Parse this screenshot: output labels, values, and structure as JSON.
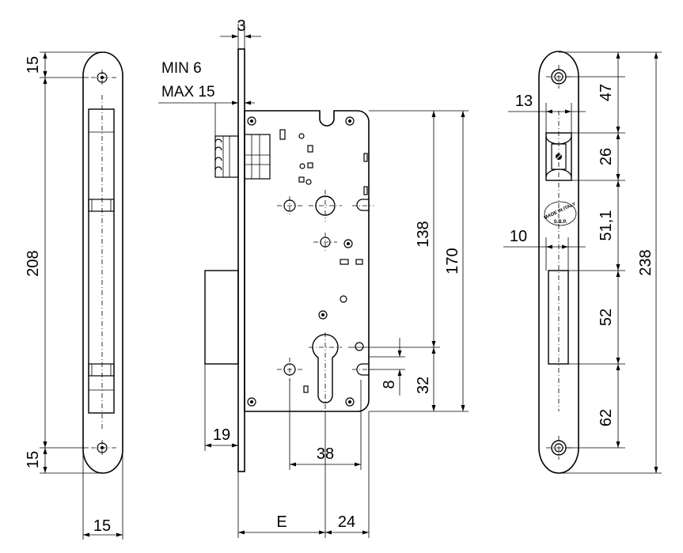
{
  "dims": {
    "left_top_15": "15",
    "left_208": "208",
    "left_bottom_15": "15",
    "left_width_15": "15",
    "thickness_3": "3",
    "min_label": "MIN  6",
    "max_label": "MAX 15",
    "backset_19": "19",
    "height_138": "138",
    "height_170": "170",
    "dim_8": "8",
    "dim_32": "32",
    "dim_38": "38",
    "dim_E": "E",
    "dim_24": "24",
    "right_13": "13",
    "right_47": "47",
    "right_26": "26",
    "right_51_1": "51,1",
    "right_10": "10",
    "right_238": "238",
    "right_52": "52",
    "right_62": "62"
  },
  "stamp": {
    "line1": "MADE IN ITALY",
    "line2": "S.B.P."
  }
}
